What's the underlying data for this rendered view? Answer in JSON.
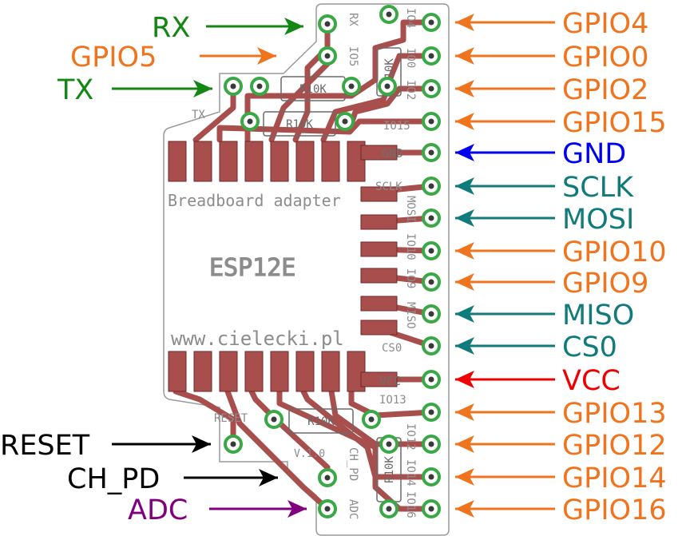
{
  "board": {
    "title": "Breadboard adapter",
    "chip": "ESP12E",
    "url": "www.cielecki.pl",
    "version": "V.1.0",
    "resistor_top": "R10K",
    "resistor_mid": "R10K",
    "resistor_bottom": "R10K",
    "silk_top": [
      "RX",
      "TX",
      "IO5",
      "IO4",
      "IO0",
      "IO2",
      "IO15"
    ],
    "silk_right": [
      "GND",
      "SCLK",
      "MOSI",
      "IO10",
      "IO9",
      "MISO",
      "CS0",
      "VCC",
      "IO13",
      "IO12",
      "IO14",
      "IO16"
    ],
    "silk_bottom": [
      "RESET",
      "CH_PD",
      "ADC"
    ],
    "colors": {
      "board": "#ffffff",
      "copper": "#a84e4c",
      "copper_dark": "#6e2a28",
      "silk": "#8c8c8c",
      "pad_ring": "#39a845"
    }
  },
  "labels_right": [
    {
      "text": "GPIO4",
      "color": "#f0741e"
    },
    {
      "text": "GPIO0",
      "color": "#f0741e"
    },
    {
      "text": "GPIO2",
      "color": "#f0741e"
    },
    {
      "text": "GPIO15",
      "color": "#f0741e"
    },
    {
      "text": "GND",
      "color": "#0000ee"
    },
    {
      "text": "SCLK",
      "color": "#117a7a"
    },
    {
      "text": "MOSI",
      "color": "#117a7a"
    },
    {
      "text": "GPIO10",
      "color": "#f0741e"
    },
    {
      "text": "GPIO9",
      "color": "#f0741e"
    },
    {
      "text": "MISO",
      "color": "#117a7a"
    },
    {
      "text": "CS0",
      "color": "#117a7a"
    },
    {
      "text": "VCC",
      "color": "#ee0000"
    },
    {
      "text": "GPIO13",
      "color": "#f0741e"
    },
    {
      "text": "GPIO12",
      "color": "#f0741e"
    },
    {
      "text": "GPIO14",
      "color": "#f0741e"
    },
    {
      "text": "GPIO16",
      "color": "#f0741e"
    }
  ],
  "labels_left": [
    {
      "text": "RX",
      "color": "#148614"
    },
    {
      "text": "GPIO5",
      "color": "#f0741e"
    },
    {
      "text": "TX",
      "color": "#148614"
    },
    {
      "text": "RESET",
      "color": "#000000"
    },
    {
      "text": "CH_PD",
      "color": "#000000"
    },
    {
      "text": "ADC",
      "color": "#800080"
    }
  ]
}
